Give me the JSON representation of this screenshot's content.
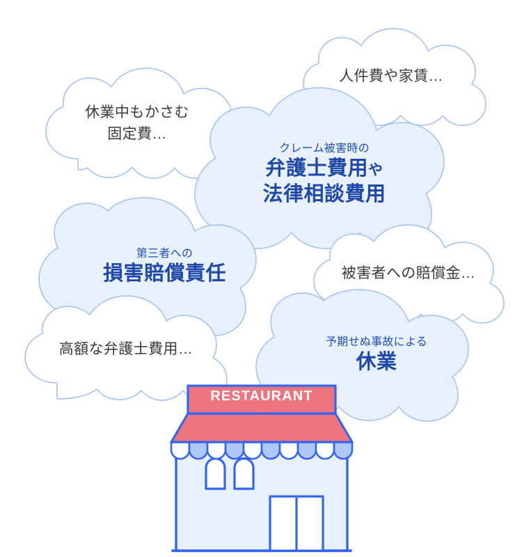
{
  "scene": {
    "title": "飲食店のリスクを表す吹き出しイラスト",
    "background_color": "#FFFFFF",
    "cloud_fill_plain": "#FFFFFF",
    "cloud_fill_tinted": "#E8F0FC",
    "cloud_stroke": "#A9C6F2",
    "text_dark_blue": "#1F49A8",
    "text_sub_blue": "#2050B4",
    "text_gray": "#3A3A3A",
    "shop_stroke": "#3366EE",
    "shop_wall_fill": "#E8F0FC",
    "awning_red": "#EE7480",
    "awning_scallop_blue": "#AFC9F6",
    "awning_scallop_white": "#FFFFFF"
  },
  "clouds": [
    {
      "id": "cloud-personnel-rent",
      "style": "plain",
      "lines": [
        {
          "kind": "plain",
          "text": "人件費や家賃…"
        }
      ]
    },
    {
      "id": "cloud-fixed-costs",
      "style": "plain",
      "lines": [
        {
          "kind": "plain",
          "text": "休業中もかさむ"
        },
        {
          "kind": "plain",
          "text": "固定費…"
        }
      ]
    },
    {
      "id": "cloud-lawyer-fees",
      "style": "tinted",
      "lines": [
        {
          "kind": "sub",
          "text": "クレーム被害時の"
        },
        {
          "kind": "main",
          "text": "弁護士費用",
          "suffix": "や"
        },
        {
          "kind": "main",
          "text": "法律相談費用",
          "suffix": ""
        }
      ]
    },
    {
      "id": "cloud-liability",
      "style": "tinted",
      "lines": [
        {
          "kind": "sub",
          "text": "第三者への"
        },
        {
          "kind": "main",
          "text": "損害賠償責任",
          "suffix": ""
        }
      ]
    },
    {
      "id": "cloud-victim-compensation",
      "style": "plain",
      "lines": [
        {
          "kind": "plain",
          "text": "被害者への賠償金…"
        }
      ]
    },
    {
      "id": "cloud-high-lawyer-fee",
      "style": "plain",
      "lines": [
        {
          "kind": "plain",
          "text": "高額な弁護士費用…"
        }
      ]
    },
    {
      "id": "cloud-business-suspension",
      "style": "tinted",
      "lines": [
        {
          "kind": "sub",
          "text": "予期せぬ事故による"
        },
        {
          "kind": "main",
          "text": "休業",
          "suffix": ""
        }
      ]
    }
  ],
  "cloud_text": {
    "personnel_rent": "人件費や家賃…",
    "fixed_costs_line1": "休業中もかさむ",
    "fixed_costs_line2": "固定費…",
    "lawyer_sub": "クレーム被害時の",
    "lawyer_main1": "弁護士費用",
    "lawyer_main1_suffix": "や",
    "lawyer_main2": "法律相談費用",
    "liability_sub": "第三者への",
    "liability_main": "損害賠償責任",
    "victim_compensation": "被害者への賠償金…",
    "high_lawyer_fee": "高額な弁護士費用…",
    "suspension_sub": "予期せぬ事故による",
    "suspension_main": "休業"
  },
  "shop": {
    "sign_label": "RESTAURANT",
    "awning_scallop_count": 10,
    "window_count": 2,
    "door_panel_count": 2
  }
}
